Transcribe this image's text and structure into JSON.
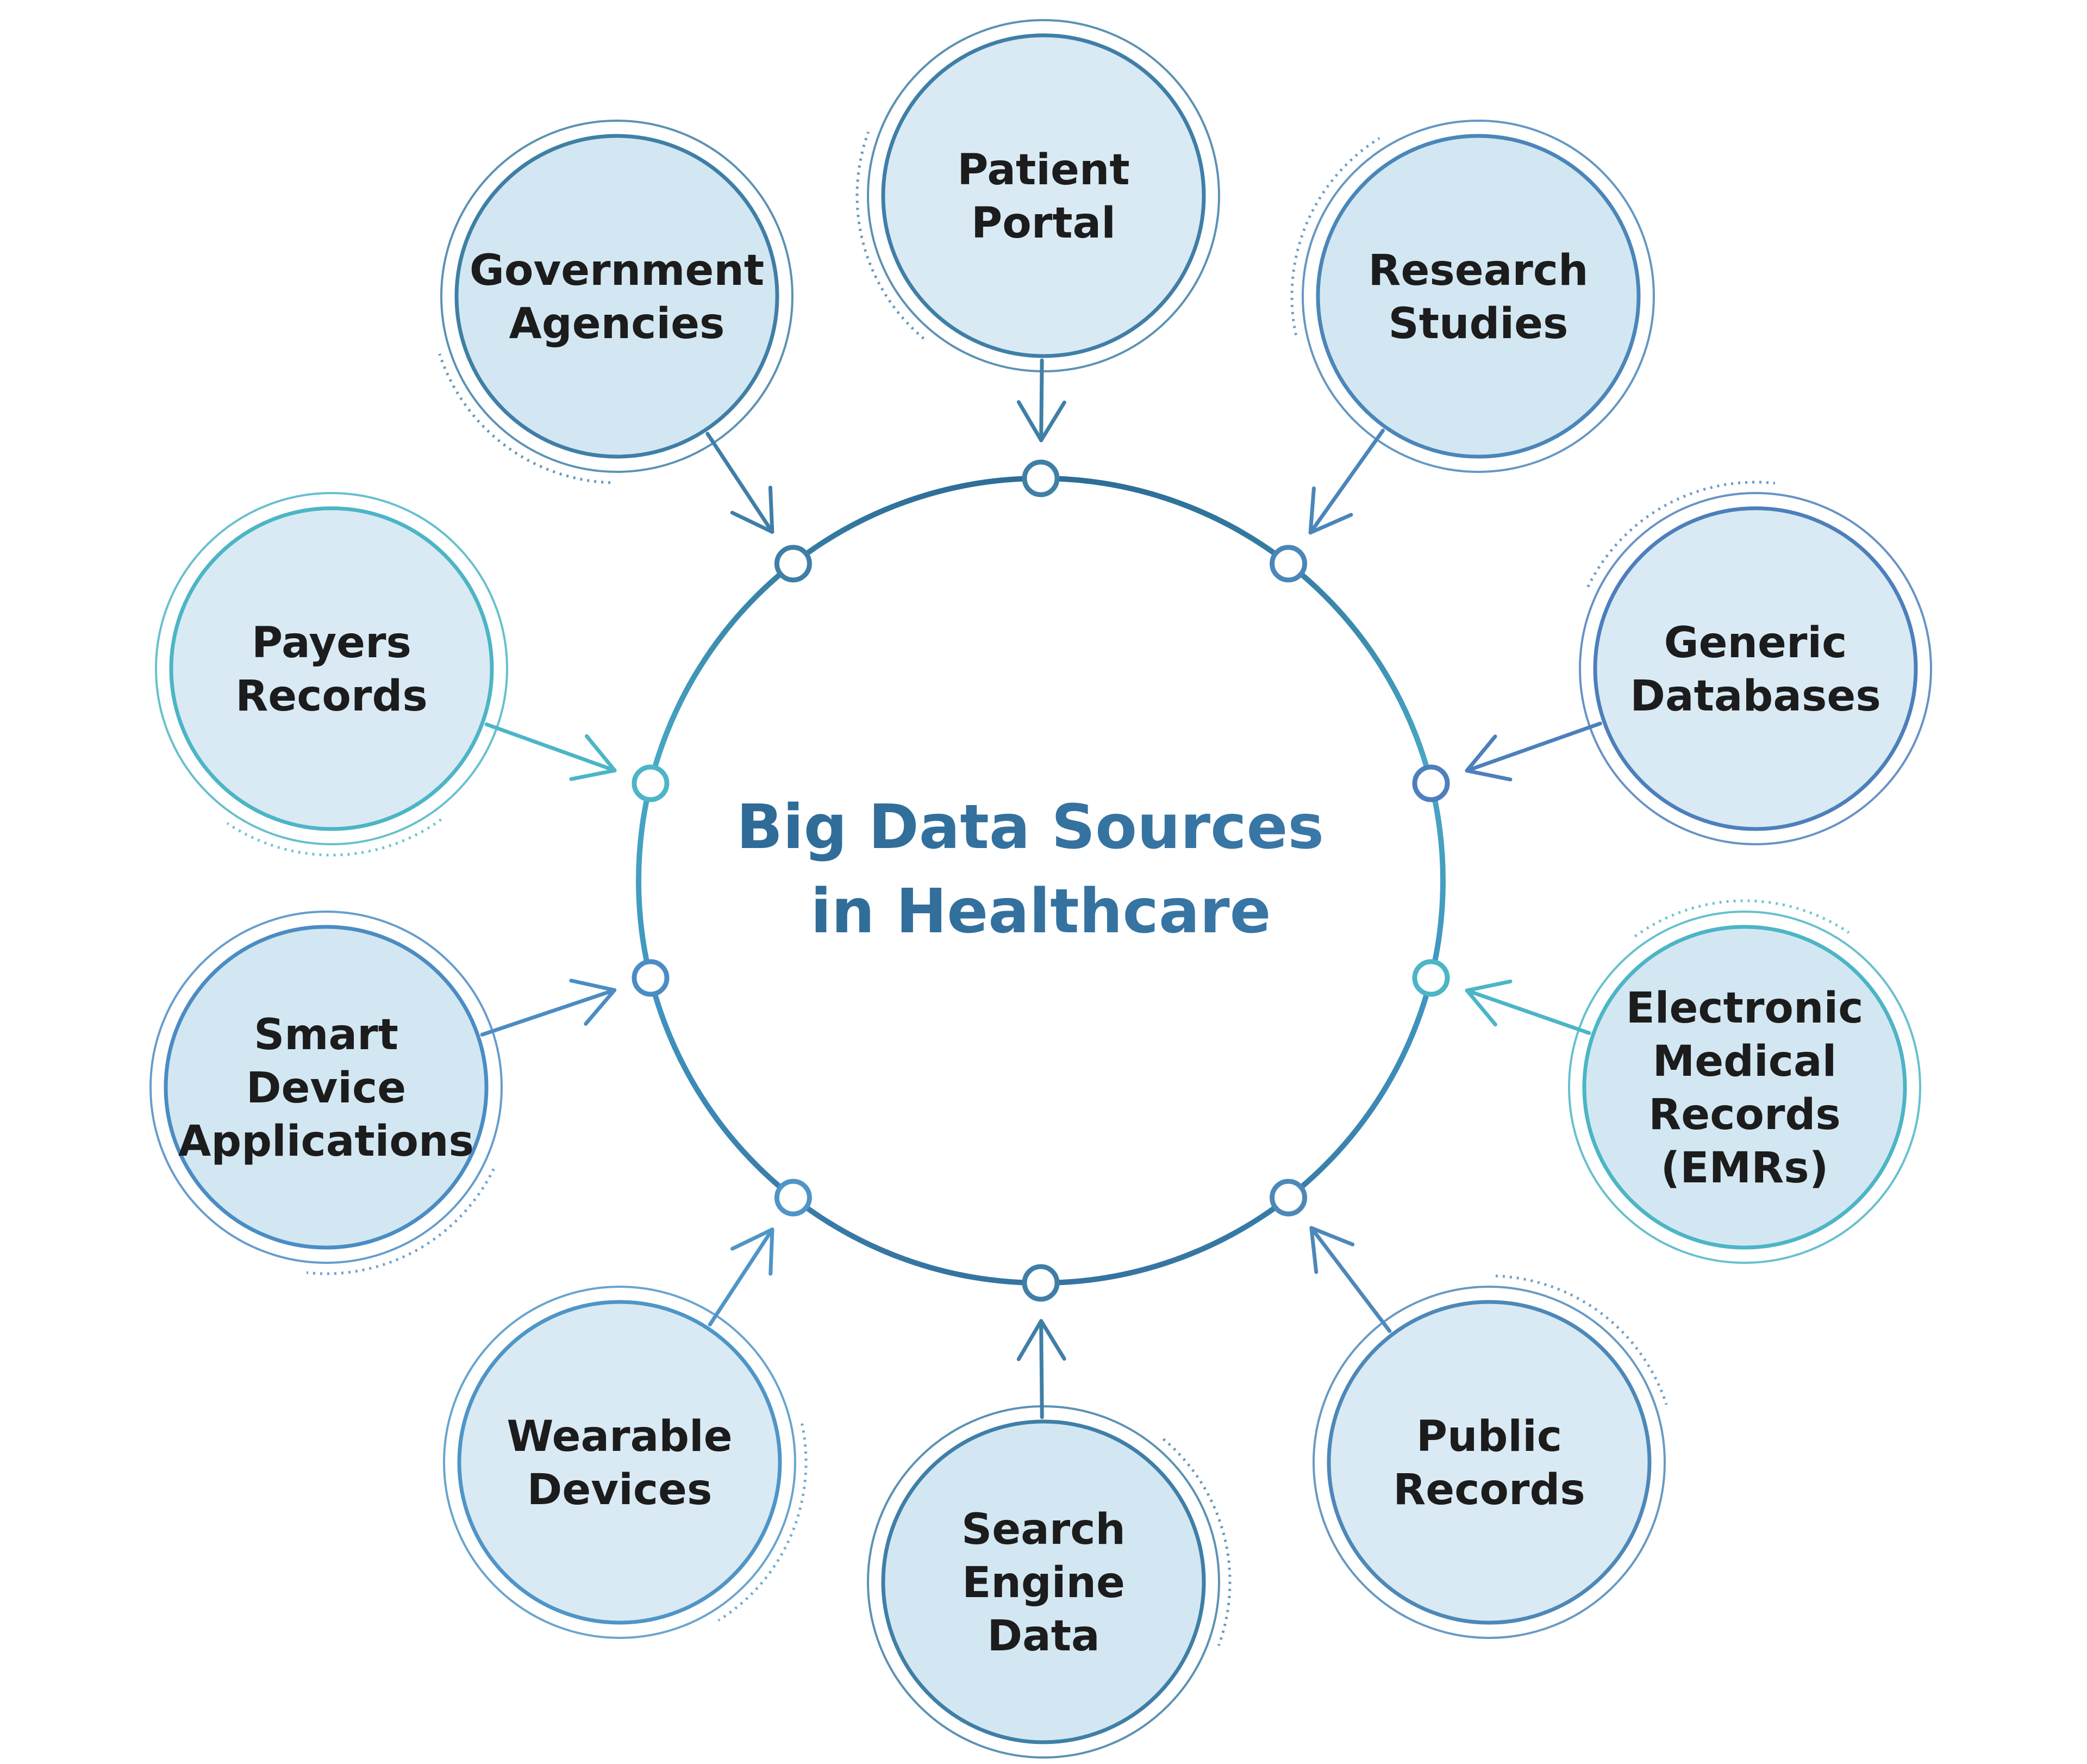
{
  "center": {
    "title_lines": [
      "Big Data Sources",
      "in Healthcare"
    ]
  },
  "nodes": [
    {
      "id": "patient-portal",
      "lines": [
        "Patient",
        "Portal"
      ],
      "color": "#3f7fa7"
    },
    {
      "id": "research-studies",
      "lines": [
        "Research",
        "Studies"
      ],
      "color": "#4a86b9"
    },
    {
      "id": "generic-databases",
      "lines": [
        "Generic",
        "Databases"
      ],
      "color": "#4d7fbc"
    },
    {
      "id": "electronic-medical-records",
      "lines": [
        "Electronic",
        "Medical",
        "Records",
        "(EMRs)"
      ],
      "color": "#4cb5c6"
    },
    {
      "id": "public-records",
      "lines": [
        "Public",
        "Records"
      ],
      "color": "#4d88b8"
    },
    {
      "id": "search-engine-data",
      "lines": [
        "Search",
        "Engine",
        "Data"
      ],
      "color": "#3f7fa7"
    },
    {
      "id": "wearable-devices",
      "lines": [
        "Wearable",
        "Devices"
      ],
      "color": "#4f95c7"
    },
    {
      "id": "smart-device-applications",
      "lines": [
        "Smart",
        "Device",
        "Applications"
      ],
      "color": "#4b8cc4"
    },
    {
      "id": "payers-records",
      "lines": [
        "Payers",
        "Records"
      ],
      "color": "#4cb5c6"
    },
    {
      "id": "government-agencies",
      "lines": [
        "Government",
        "Agencies"
      ],
      "color": "#3f7fa7"
    }
  ],
  "colors": {
    "title": "#2e6b96",
    "node_fill": "#d9eaf4",
    "node_fill_alt": "#d3e7f2",
    "ring_top": "#2d6d97",
    "ring_mid": "#3f94c0",
    "ring_side": "#4cb5c6",
    "ring_bottom": "#3573a0"
  }
}
